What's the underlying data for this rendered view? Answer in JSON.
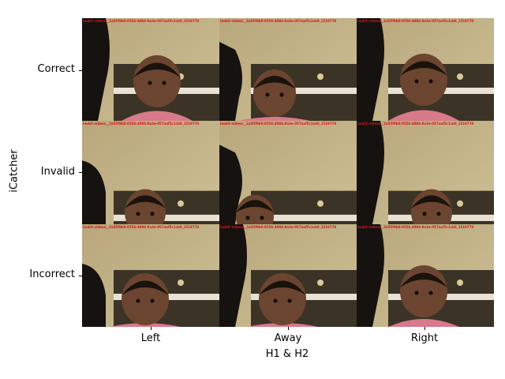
{
  "figure": {
    "xlabel": "H1 & H2",
    "ylabel": "iCatcher",
    "columns": [
      "Left",
      "Away",
      "Right"
    ],
    "rows": [
      "Correct",
      "Invalid",
      "Incorrect"
    ],
    "overlay_text": "lookit-videos__2a55f9b0-0556-4084-8a3e-057aaf5c1cb0_1519778",
    "cells": [
      {
        "row": "Correct",
        "column": "Left",
        "overlay": "lookit-videos__2a55f9b0-0556-4084-8a3e-057aaf5c1cb0_1519778"
      },
      {
        "row": "Correct",
        "column": "Away",
        "overlay": "lookit-videos__2a55f9b0-0556-4084-8a3e-057aaf5c1cb0_1519778"
      },
      {
        "row": "Correct",
        "column": "Right",
        "overlay": "lookit-videos__2a55f9b0-0556-4084-8a3e-057aaf5c1cb0_1519778"
      },
      {
        "row": "Invalid",
        "column": "Left",
        "overlay": "lookit-videos__2a55f9b0-0556-4084-8a3e-057aaf5c1cb0_1519778"
      },
      {
        "row": "Invalid",
        "column": "Away",
        "overlay": "lookit-videos__2a55f9b0-0556-4084-8a3e-057aaf5c1cb0_1519778"
      },
      {
        "row": "Invalid",
        "column": "Right",
        "overlay": "lookit-videos__2a55f9b0-0556-4084-8a3e-057aaf5c1cb0_1519778"
      },
      {
        "row": "Incorrect",
        "column": "Left",
        "overlay": "lookit-videos__2a55f9b0-0556-4084-8a3e-057aaf5c1cb0_1519778"
      },
      {
        "row": "Incorrect",
        "column": "Away",
        "overlay": "lookit-videos__2a55f9b0-0556-4084-8a3e-057aaf5c1cb0_1519778"
      },
      {
        "row": "Incorrect",
        "column": "Right",
        "overlay": "lookit-videos__2a55f9b0-0556-4084-8a3e-057aaf5c1cb0_1519778"
      }
    ],
    "colors": {
      "wall": "#cdbf95",
      "couch": "#3b3325",
      "skin": "#6b4530",
      "hair": "#1a120c",
      "shirt": "#d77a8a",
      "adult_silhouette": "#161210",
      "overlay_text": "#e01010"
    }
  }
}
